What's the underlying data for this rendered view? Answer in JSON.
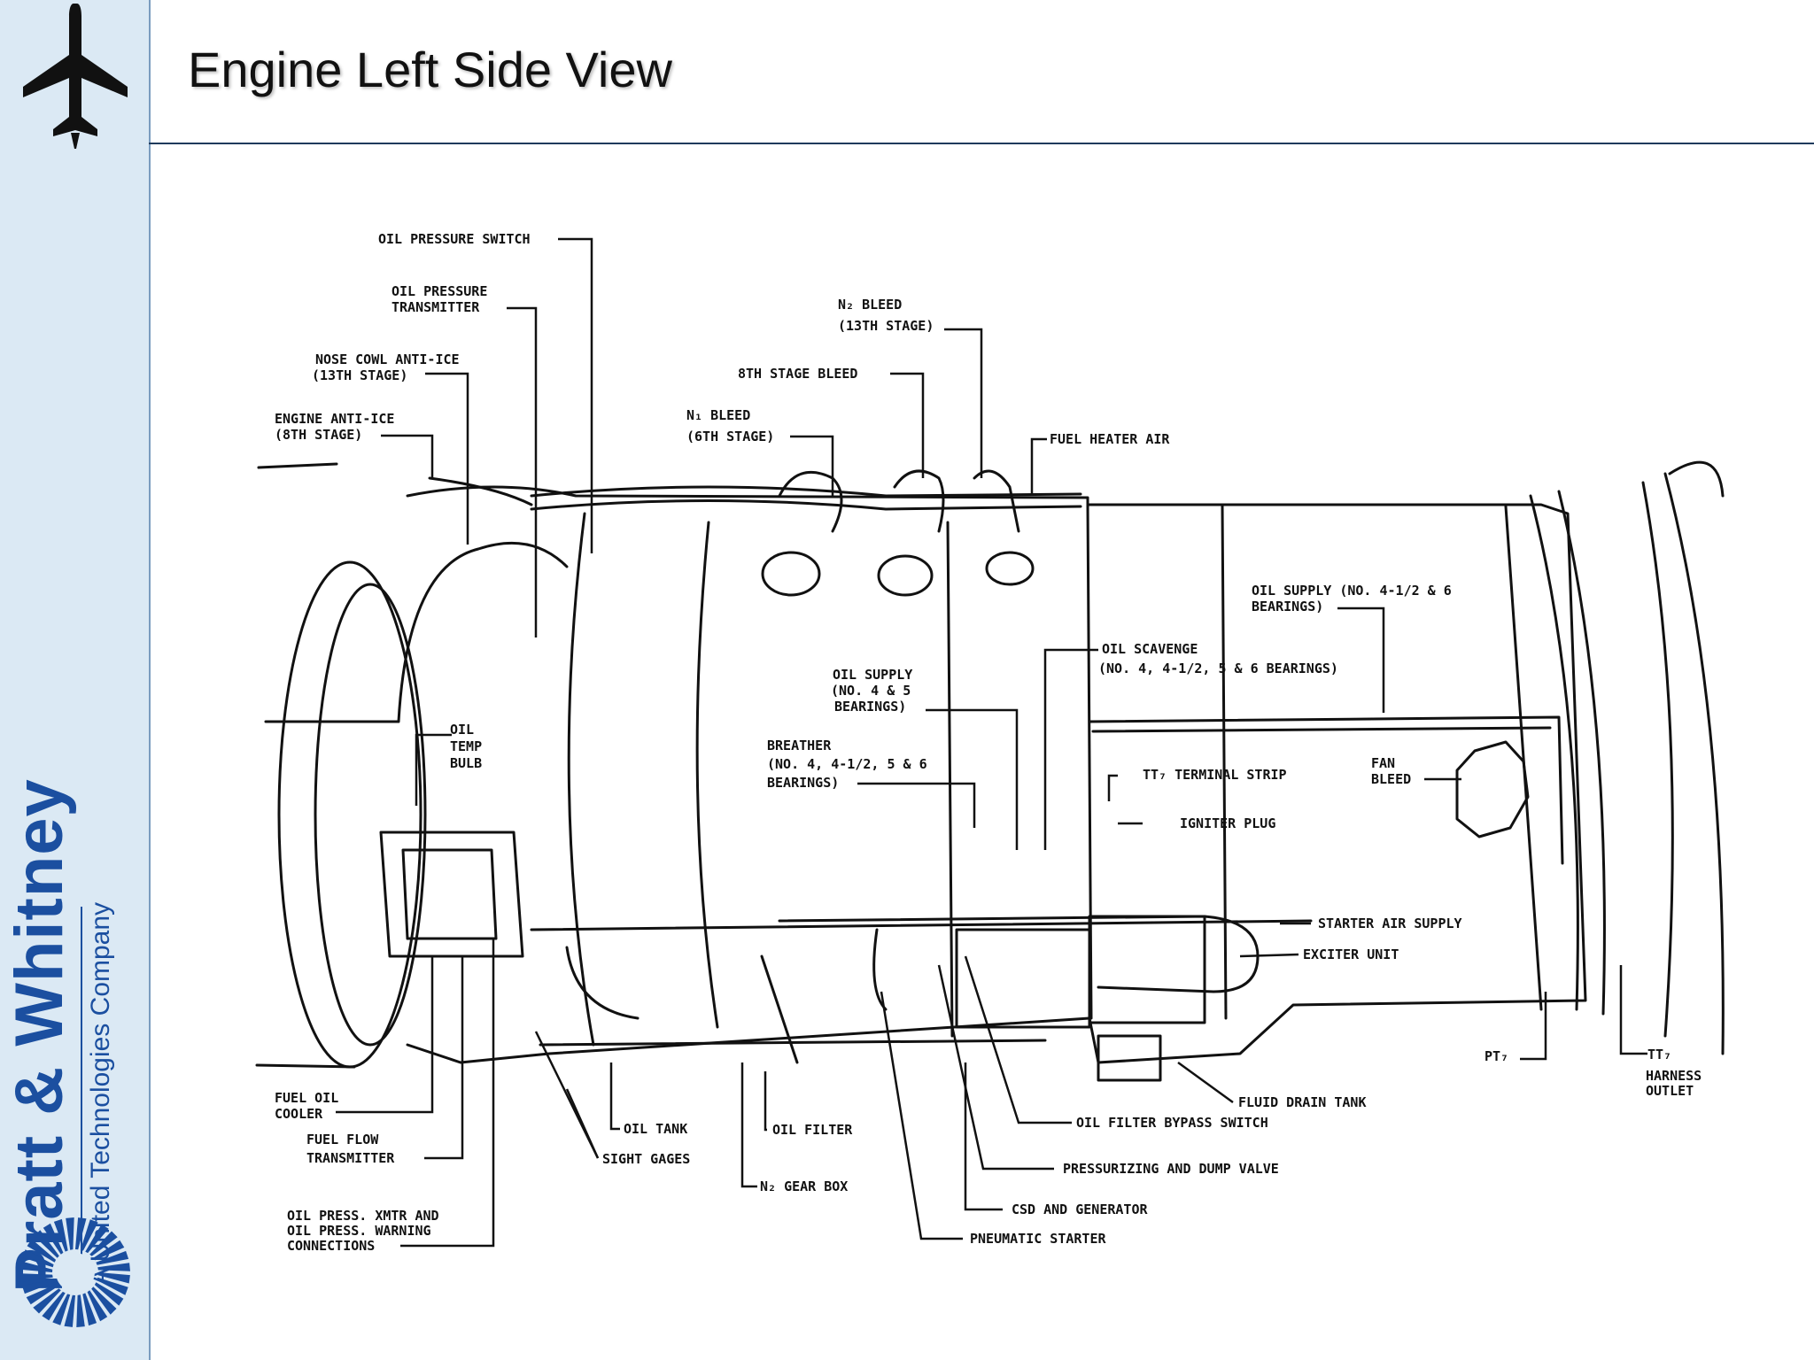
{
  "slide": {
    "title": "Engine Left Side View"
  },
  "branding": {
    "name": "Pratt & Whitney",
    "tagline": "A United Technologies Company"
  },
  "icons": [
    "airplane-icon",
    "company-logo-icon"
  ],
  "callouts": {
    "oil_pressure_switch": "OIL PRESSURE SWITCH",
    "oil_pressure_transmitter": [
      "OIL PRESSURE",
      "TRANSMITTER"
    ],
    "nose_cowl_anti_ice": [
      "NOSE COWL ANTI-ICE",
      "(13TH STAGE)"
    ],
    "engine_anti_ice": [
      "ENGINE ANTI-ICE",
      "(8TH STAGE)"
    ],
    "n2_bleed": [
      "N₂ BLEED",
      "(13TH STAGE)"
    ],
    "eighth_stage_bleed": "8TH STAGE BLEED",
    "n1_bleed": [
      "N₁ BLEED",
      "(6TH STAGE)"
    ],
    "fuel_heater_air": "FUEL HEATER AIR",
    "oil_supply_4_half_6": [
      "OIL SUPPLY (NO. 4-1/2 & 6",
      "BEARINGS)"
    ],
    "oil_scavenge": [
      "OIL SCAVENGE",
      "(NO. 4, 4-1/2, 5 & 6 BEARINGS)"
    ],
    "oil_supply_4_5": [
      "OIL SUPPLY",
      "(NO. 4 & 5",
      "BEARINGS)"
    ],
    "breather": [
      "BREATHER",
      "(NO. 4, 4-1/2, 5 & 6",
      "BEARINGS)"
    ],
    "oil_temp_bulb": [
      "OIL",
      "TEMP",
      "BULB"
    ],
    "tt7_terminal_strip": "TT₇ TERMINAL STRIP",
    "fan_bleed": [
      "FAN",
      "BLEED"
    ],
    "igniter_plug": "IGNITER PLUG",
    "starter_air_supply": "STARTER AIR SUPPLY",
    "exciter_unit": "EXCITER UNIT",
    "pt7": "PT₇",
    "tt7_harness_outlet": [
      "TT₇",
      "HARNESS",
      "OUTLET"
    ],
    "fluid_drain_tank": "FLUID DRAIN TANK",
    "fuel_oil_cooler": [
      "FUEL OIL",
      "COOLER"
    ],
    "fuel_flow_transmitter": [
      "FUEL FLOW",
      "TRANSMITTER"
    ],
    "oil_tank": "OIL TANK",
    "oil_filter": "OIL FILTER",
    "sight_gages": "SIGHT GAGES",
    "oil_filter_bypass_switch": "OIL FILTER BYPASS SWITCH",
    "n2_gear_box": "N₂ GEAR BOX",
    "pressurizing_dump_valve": "PRESSURIZING AND DUMP VALVE",
    "csd_generator": "CSD AND GENERATOR",
    "oil_press_xmtr": [
      "OIL PRESS. XMTR AND",
      "OIL PRESS. WARNING",
      "CONNECTIONS"
    ],
    "pneumatic_starter": "PNEUMATIC STARTER"
  }
}
